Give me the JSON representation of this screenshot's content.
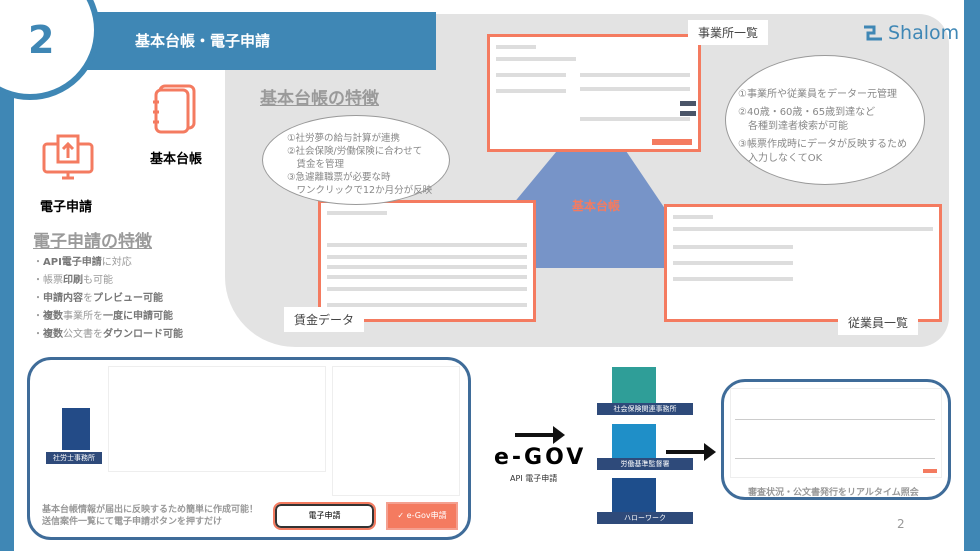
{
  "header": {
    "number": "2",
    "title": "基本台帳・電子申請"
  },
  "logo": {
    "text": "Shalom"
  },
  "left": {
    "icon_ledger_label": "基本台帳",
    "icon_efile_label": "電子申請",
    "features_title": "電子申請の特徴",
    "features": [
      [
        "API電子申請",
        "に対応"
      ],
      [
        "帳票",
        "印刷",
        "も可能"
      ],
      [
        "申請内容",
        "を",
        "プレビュー可能"
      ],
      [
        "複数",
        "事業所を",
        "一度に申請可能"
      ],
      [
        "複数",
        "公文書を",
        "ダウンロード可能"
      ]
    ]
  },
  "ledger": {
    "title": "基本台帳の特徴",
    "center_label": "基本台帳",
    "bubble_left": [
      "①社労夢の給与計算が連携",
      "②社会保険/労働保険に合わせて",
      "　賃金を管理",
      "③急遽離職票が必要な時",
      "　ワンクリックで12か月分が反映"
    ],
    "bubble_right": [
      "①事業所や従業員をデーター元管理",
      "②40歳・60歳・65歳到達など",
      "　各種到達者検索が可能",
      "③帳票作成時にデータが反映するため",
      "　入力しなくてOK"
    ],
    "labels": {
      "office_list": "事業所一覧",
      "wage_data": "賃金データ",
      "employee_list": "従業員一覧"
    }
  },
  "efile": {
    "office_label": "社労士事務所",
    "caption": [
      "基本台帳情報が届出に反映するため簡単に作成可能！",
      "送信案件一覧にて電子申請ボタンを押すだけ"
    ],
    "button_efile": "電子申請",
    "button_egov": "✓ e-Gov申請"
  },
  "egov": {
    "logo": "e-GOV",
    "sub": "API 電子申請",
    "agencies": [
      "社会保険関連事務所",
      "労働基準監督署",
      "ハローワーク"
    ],
    "result_caption": "審査状況・公文書発行をリアルタイム照会"
  },
  "page_number": "2",
  "colors": {
    "brand": "#3f87b5",
    "accent": "#f47b60"
  }
}
